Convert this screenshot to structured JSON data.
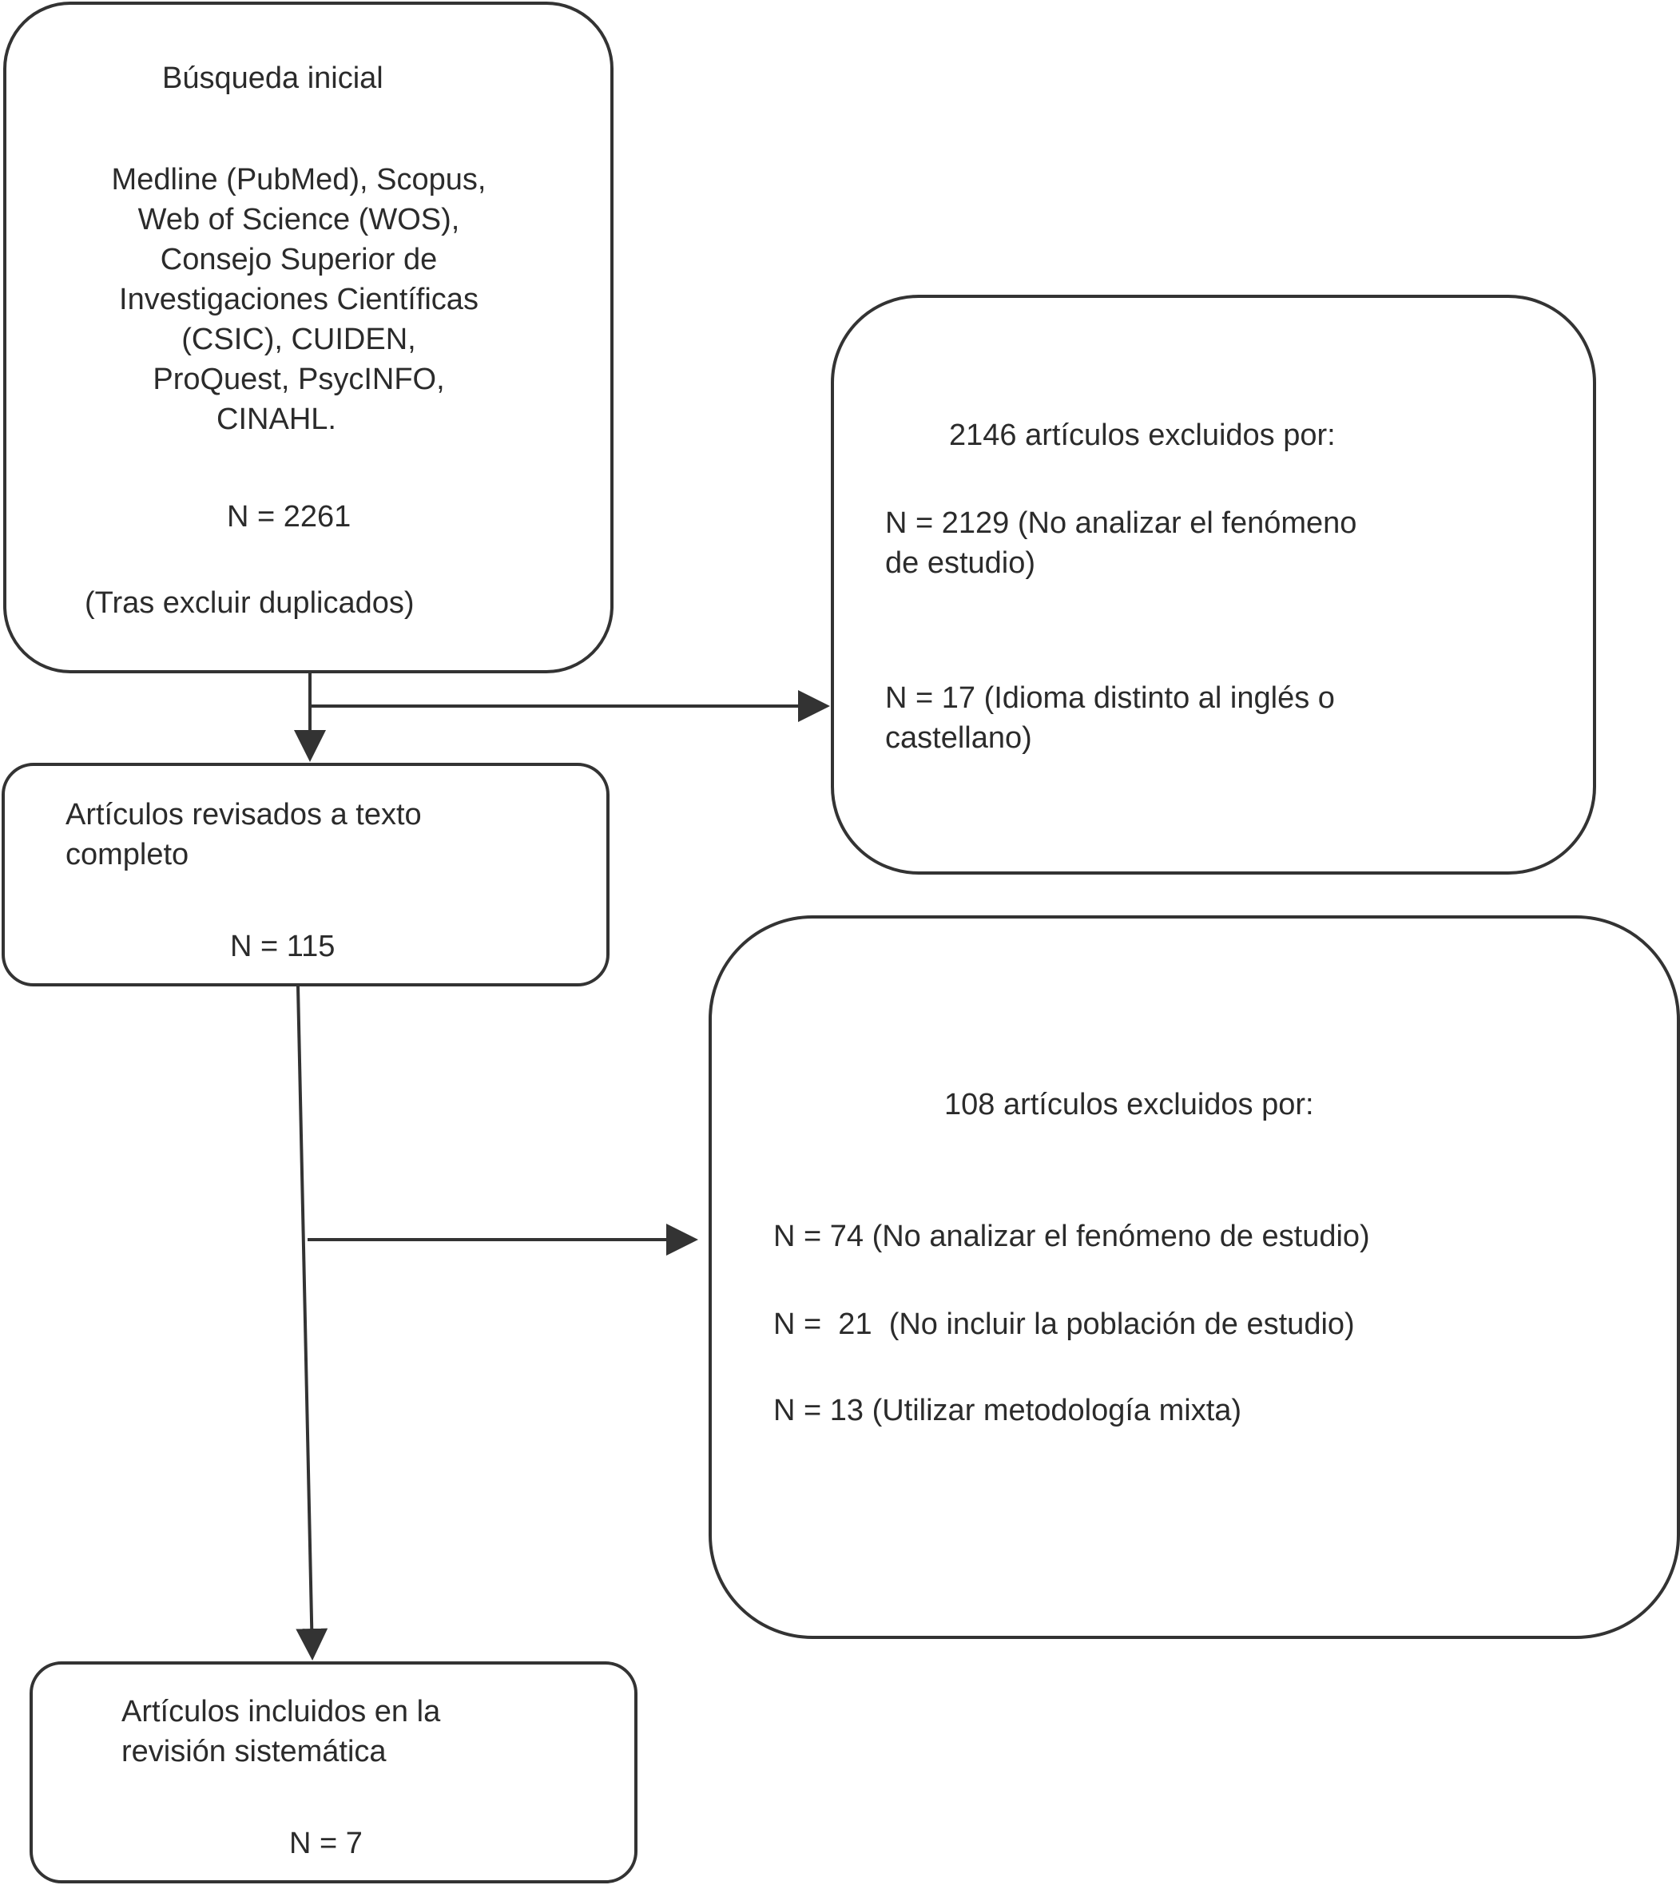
{
  "initial_search": {
    "title": "Búsqueda inicial",
    "databases": [
      "Medline (PubMed), Scopus,",
      "Web of Science (WOS),",
      "Consejo Superior de",
      "Investigaciones Científicas",
      "(CSIC), CUIDEN,",
      "ProQuest, PsycINFO,",
      "CINAHL."
    ],
    "count": "N = 2261",
    "note": "(Tras excluir duplicados)"
  },
  "excluded_first": {
    "title": "2146 artículos excluidos por:",
    "reasons": [
      [
        "N = 2129 (No analizar el fenómeno",
        "de estudio)"
      ],
      [
        "N = 17 (Idioma distinto al inglés o",
        "castellano)"
      ]
    ]
  },
  "full_text_review": {
    "label": [
      "Artículos revisados a texto",
      "completo"
    ],
    "count": "N = 115"
  },
  "excluded_second": {
    "title": "108 artículos excluidos por:",
    "reasons": [
      "N = 74 (No analizar el fenómeno de estudio)",
      "N =  21  (No incluir la población de estudio)",
      "N = 13 (Utilizar metodología mixta)"
    ]
  },
  "included": {
    "label": [
      "Artículos incluidos en la",
      "revisión sistemática"
    ],
    "count": "N = 7"
  }
}
